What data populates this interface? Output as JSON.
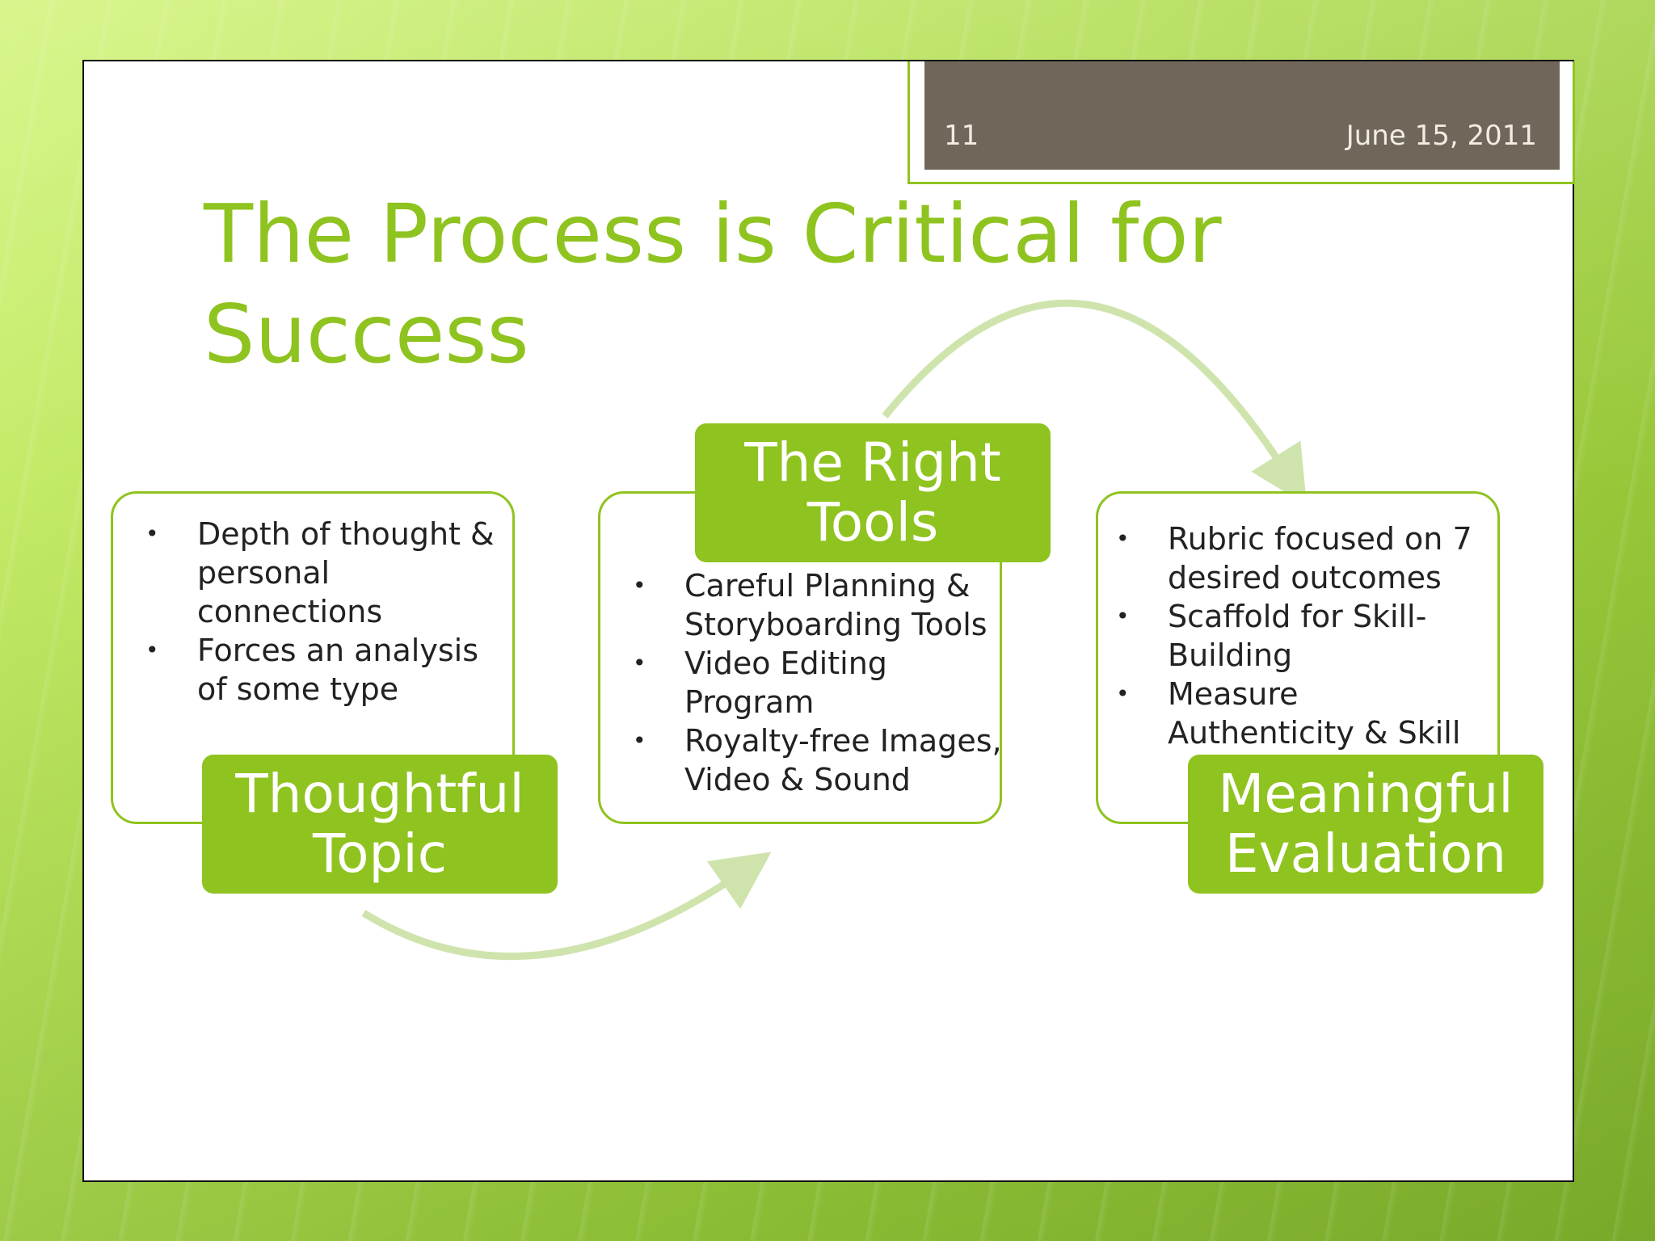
{
  "header": {
    "slide_number": "11",
    "date": "June 15, 2011"
  },
  "title": "The Process is Critical for Success",
  "steps": [
    {
      "label": "Thoughtful Topic",
      "bullets": [
        "Depth of thought & personal connections",
        "Forces an analysis of some type"
      ]
    },
    {
      "label": "The Right Tools",
      "bullets": [
        "Careful Planning & Storyboarding Tools",
        "Video Editing Program",
        "Royalty-free Images, Video & Sound"
      ]
    },
    {
      "label": "Meaningful Evaluation",
      "bullets": [
        "Rubric focused on 7 desired outcomes",
        "Scaffold for Skill-Building",
        "Measure Authenticity & Skill"
      ]
    }
  ],
  "colors": {
    "accent": "#8fc31f",
    "header_bg": "#70675a",
    "arrow": "#cfe4ad"
  }
}
